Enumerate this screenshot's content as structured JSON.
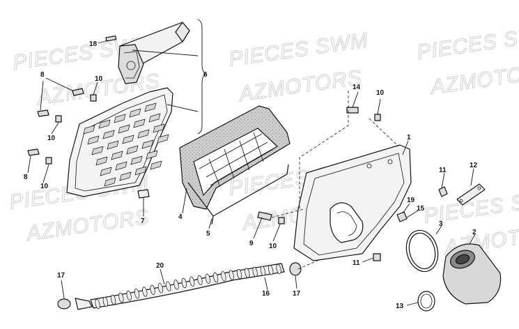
{
  "watermarks": [
    "PIECES SWM",
    "PIECES SWM",
    "PIECES SWM",
    "PIECES SWM",
    "PIECES SWM",
    "PIECES SWM",
    "AZMOTORS",
    "AZMOTORS",
    "AZMOTORS",
    "AZMOTORS",
    "AZMOTORS",
    "AZMOTORS"
  ],
  "callouts": {
    "c1": "1",
    "c2": "2",
    "c3": "3",
    "c4": "4",
    "c5": "5",
    "c6": "6",
    "c7": "7",
    "c8a": "8",
    "c8b": "8",
    "c9": "9",
    "c10a": "10",
    "c10b": "10",
    "c10c": "10",
    "c10d": "10",
    "c10e": "10",
    "c11a": "11",
    "c11b": "11",
    "c12": "12",
    "c13": "13",
    "c14": "14",
    "c15": "15",
    "c16": "16",
    "c17a": "17",
    "c17b": "17",
    "c18": "18",
    "c19": "19",
    "c20": "20"
  }
}
